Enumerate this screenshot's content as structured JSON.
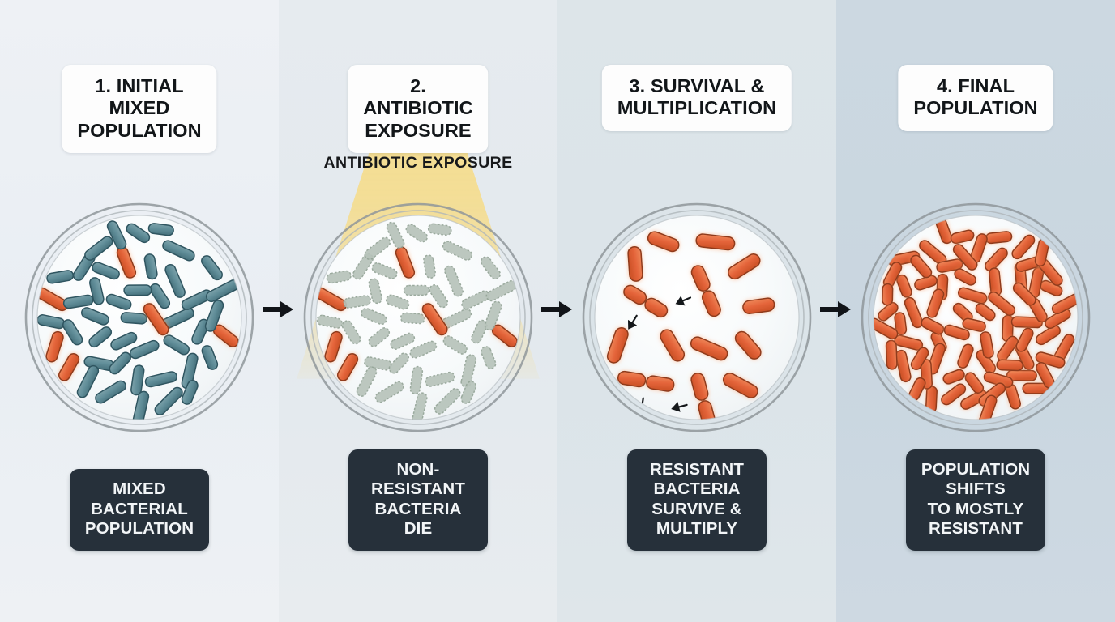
{
  "diagram": {
    "subject": "Antibiotic resistance selection in a bacterial population",
    "accent_colors": {
      "resistant_bacteria": "#e4643a",
      "susceptible_bacteria": "#5d8b96",
      "dying_bacteria": "#aebcb4",
      "antibiotic_light": "#f6dc85",
      "caption_background": "#26303a",
      "dish_rim": "#8c9397"
    }
  },
  "panels": [
    {
      "index": 1,
      "title": "1. INITIAL MIXED\nPOPULATION",
      "caption": "MIXED BACTERIAL\nPOPULATION",
      "state": "mixed",
      "susceptible_count": 40,
      "resistant_count": 6,
      "dying_count": 0,
      "background": "#eef1f5"
    },
    {
      "index": 2,
      "title": "2. ANTIBIOTIC\nEXPOSURE",
      "caption": "NON-RESISTANT\nBACTERIA DIE",
      "overlay_label": "ANTIBIOTIC EXPOSURE",
      "state": "exposure",
      "susceptible_count": 0,
      "resistant_count": 6,
      "dying_count": 40,
      "background": "#e6ebef"
    },
    {
      "index": 3,
      "title": "3. SURVIVAL &\nMULTIPLICATION",
      "caption": "RESISTANT BACTERIA\nSURVIVE & MULTIPLY",
      "state": "multiplication",
      "susceptible_count": 0,
      "resistant_count": 18,
      "dividing_pairs": 4,
      "division_arrows": 4,
      "background": "#dde5e9"
    },
    {
      "index": 4,
      "title": "4. FINAL\nPOPULATION",
      "caption": "POPULATION SHIFTS\nTO MOSTLY RESISTANT",
      "state": "final",
      "susceptible_count": 0,
      "resistant_count": 72,
      "dying_count": 0,
      "background": "#ccd8e1"
    }
  ],
  "flow_arrows": [
    {
      "from_panel": 1,
      "to_panel": 2,
      "symbol": "right-arrow"
    },
    {
      "from_panel": 2,
      "to_panel": 3,
      "symbol": "right-arrow"
    },
    {
      "from_panel": 3,
      "to_panel": 4,
      "symbol": "right-arrow"
    }
  ]
}
